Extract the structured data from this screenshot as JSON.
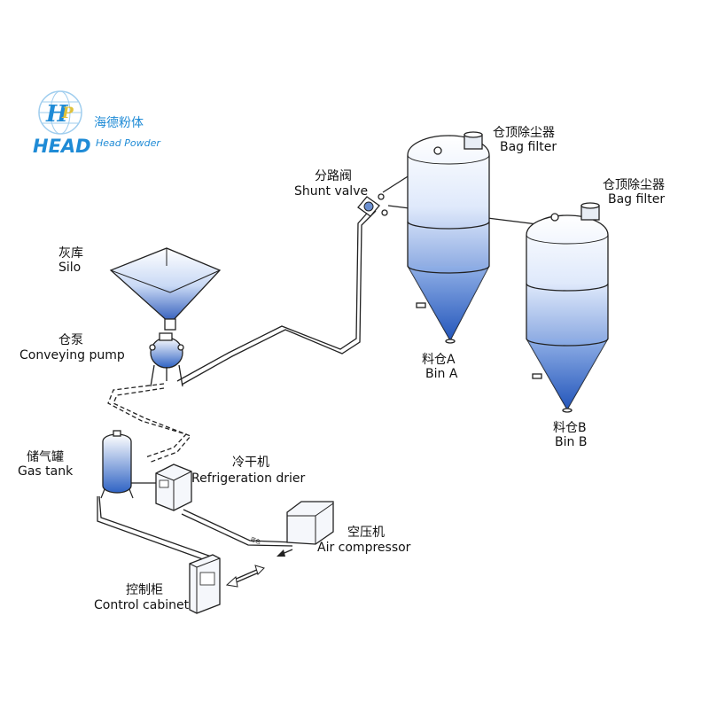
{
  "brand": {
    "name_en": "HEAD",
    "name_cn": "海德粉体",
    "name_sub": "Head Powder",
    "colors": {
      "primary": "#1f8bd6",
      "secondary": "#6fbbe8",
      "accent": "#e0c23a"
    }
  },
  "components": {
    "silo": {
      "cn": "灰库",
      "en": "Silo"
    },
    "pump": {
      "cn": "仓泵",
      "en": "Conveying pump"
    },
    "shunt": {
      "cn": "分路阀",
      "en": "Shunt valve"
    },
    "bag_filter_a": {
      "cn": "仓顶除尘器",
      "en": "Bag filter"
    },
    "bag_filter_b": {
      "cn": "仓顶除尘器",
      "en": "Bag filter"
    },
    "bin_a": {
      "cn": "料仓A",
      "en": "Bin A"
    },
    "bin_b": {
      "cn": "料仓B",
      "en": "Bin B"
    },
    "gas_tank": {
      "cn": "储气罐",
      "en": "Gas tank"
    },
    "drier": {
      "cn": "冷干机",
      "en": "Refrigeration drier"
    },
    "compressor": {
      "cn": "空压机",
      "en": "Air compressor"
    },
    "cabinet": {
      "cn": "控制柜",
      "en": "Control cabinet"
    }
  },
  "pipe_tags": {
    "compressor_tag": "蓝色"
  },
  "colors": {
    "fill_top": "#f4f8ff",
    "fill_bottom": "#2a63c6",
    "line": "#222222"
  }
}
